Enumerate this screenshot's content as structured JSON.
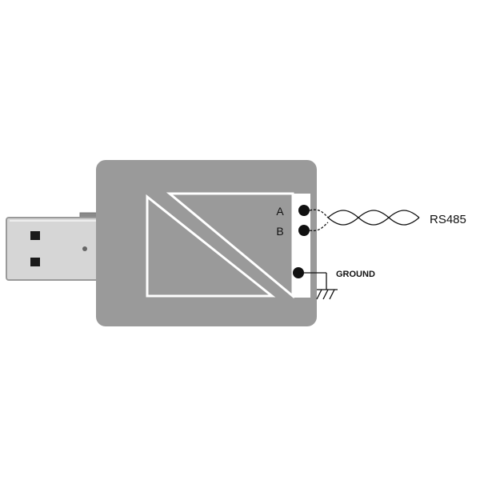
{
  "diagram": {
    "terminal_a_label": "A",
    "terminal_b_label": "B",
    "bus_label": "RS485",
    "ground_label": "GROUND"
  },
  "icons": {
    "usb_plug": "usb-plug-icon",
    "ground_symbol": "ground-symbol-icon",
    "twisted_pair": "twisted-pair-cable-icon"
  },
  "colors": {
    "body": "#9a9a9a",
    "plug_metal": "#d6d6d6",
    "line": "#111111",
    "panel": "#ffffff"
  }
}
